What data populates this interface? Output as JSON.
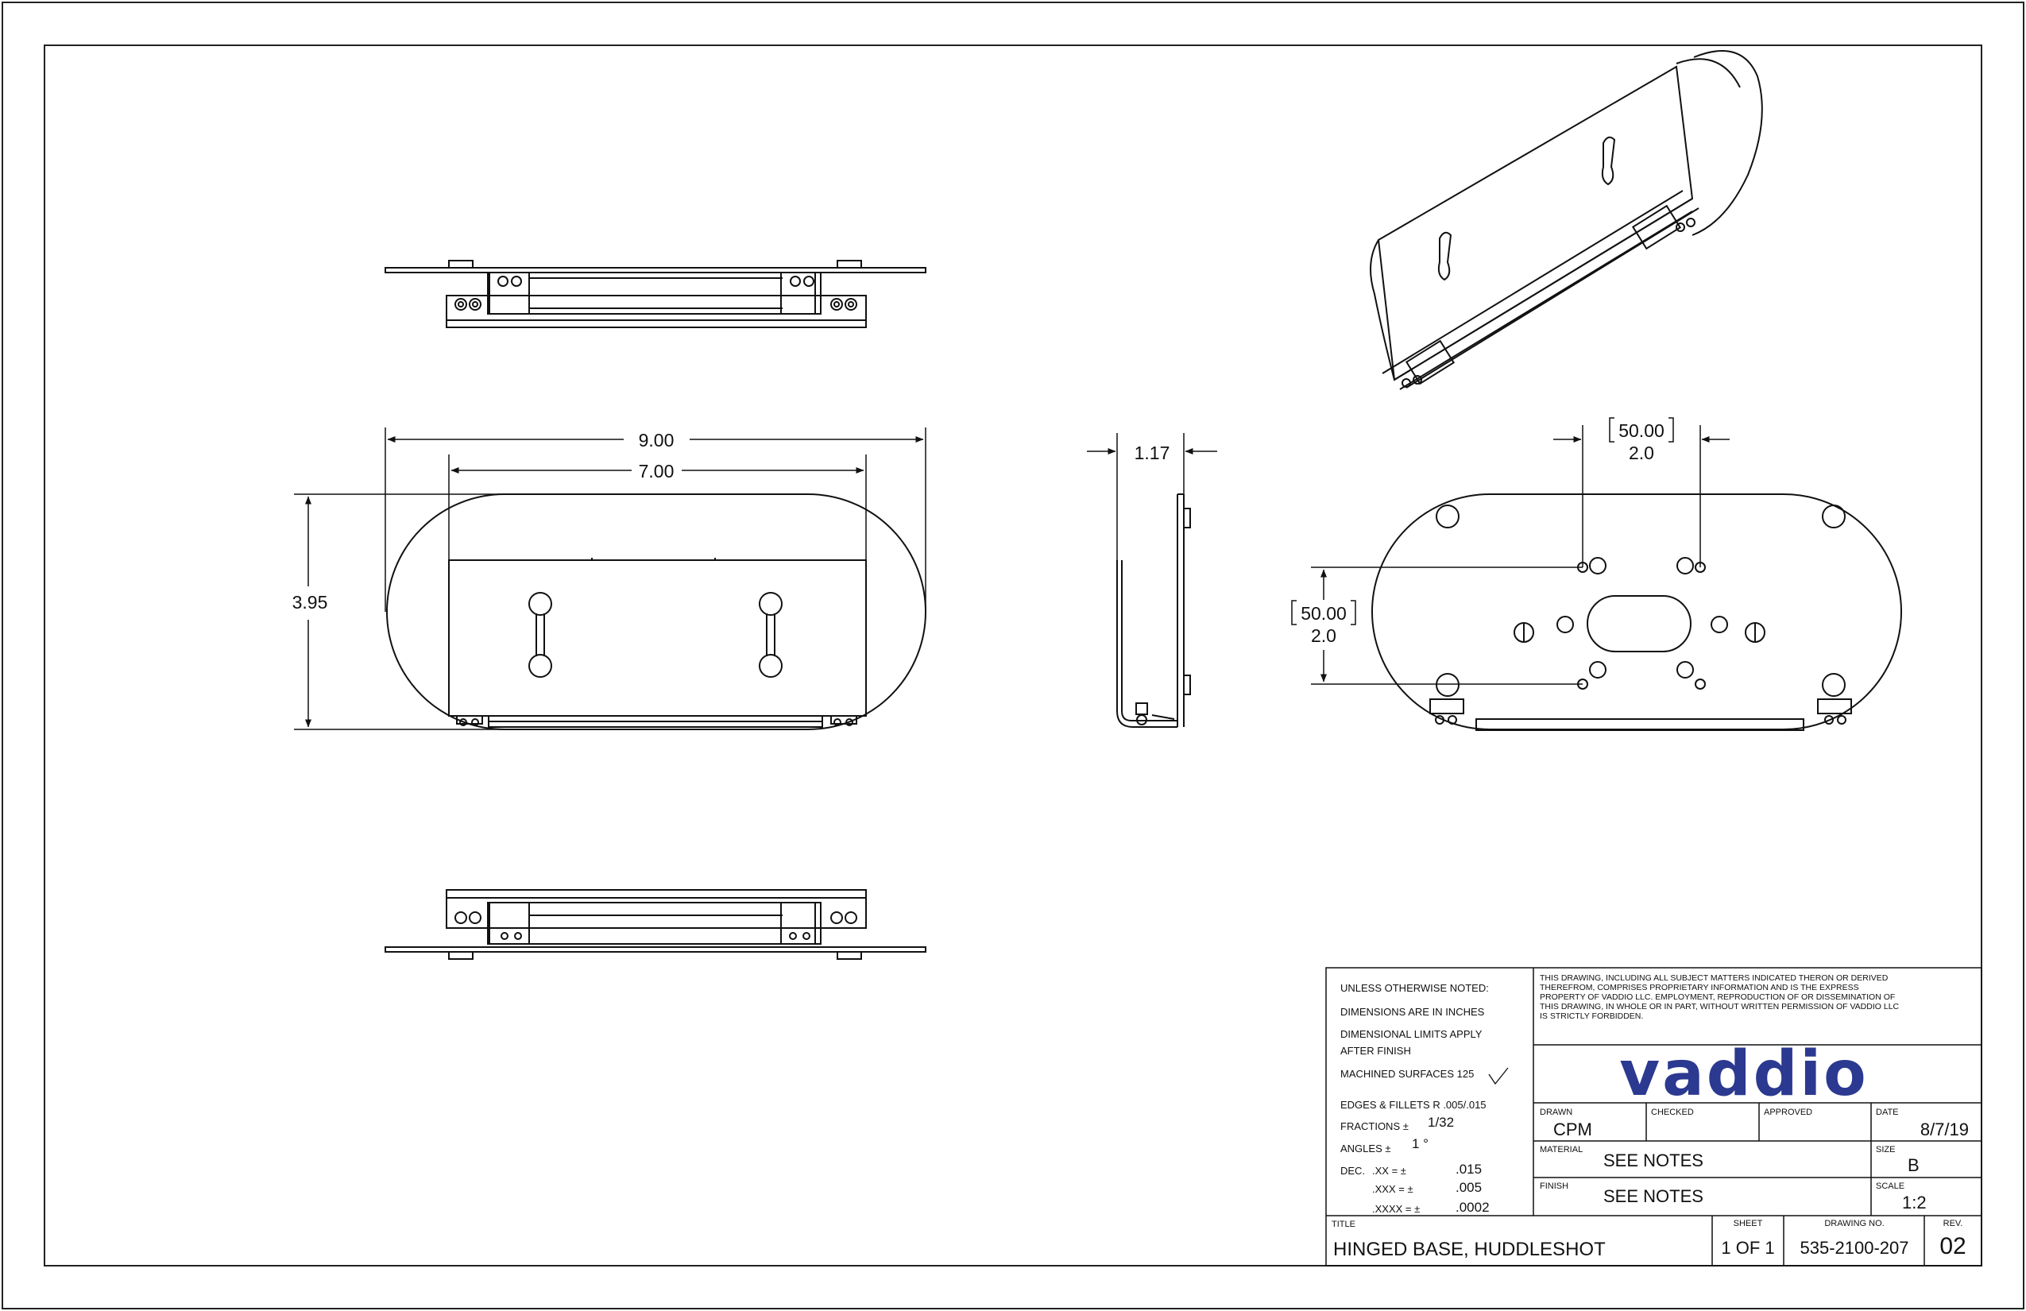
{
  "dimensions": {
    "front_width_outer": "9.00",
    "front_width_inner": "7.00",
    "front_height": "3.95",
    "side_depth": "1.17",
    "rear_hole_spacing_h_mm": "50.00",
    "rear_hole_spacing_h_in": "2.0",
    "rear_hole_spacing_v_mm": "50.00",
    "rear_hole_spacing_v_in": "2.0"
  },
  "notes": {
    "unless_noted": "UNLESS OTHERWISE NOTED:",
    "units": "DIMENSIONS ARE IN INCHES",
    "limits_1": "DIMENSIONAL LIMITS APPLY",
    "limits_2": "AFTER FINISH",
    "machined": "MACHINED SURFACES 125",
    "edges": "EDGES & FILLETS R .005/.015",
    "fractions_label": "FRACTIONS ±",
    "fractions_value": "1/32",
    "angles_label": "ANGLES ±",
    "angles_value": "1 °",
    "dec_label": "DEC.",
    "dec_xx_label": ".XX   = ±",
    "dec_xx_value": ".015",
    "dec_xxx_label": ".XXX  = ±",
    "dec_xxx_value": ".005",
    "dec_xxxx_label": ".XXXX = ±",
    "dec_xxxx_value": ".0002"
  },
  "legal": [
    "THIS DRAWING, INCLUDING ALL SUBJECT MATTERS INDICATED THERON OR DERIVED",
    "THEREFROM, COMPRISES PROPRIETARY INFORMATION AND IS THE EXPRESS",
    "PROPERTY OF VADDIO LLC.  EMPLOYMENT, REPRODUCTION OF OR DISSEMINATION OF",
    "THIS DRAWING, IN WHOLE OR IN PART, WITHOUT WRITTEN PERMISSION OF VADDIO LLC",
    "IS STRICTLY FORBIDDEN."
  ],
  "logo": {
    "text": "vaddio",
    "color": "#2b3990"
  },
  "title_block": {
    "drawn_label": "DRAWN",
    "drawn_value": "CPM",
    "checked_label": "CHECKED",
    "approved_label": "APPROVED",
    "date_label": "DATE",
    "date_value": "8/7/19",
    "material_label": "MATERIAL",
    "material_value": "SEE NOTES",
    "size_label": "SIZE",
    "size_value": "B",
    "finish_label": "FINISH",
    "finish_value": "SEE NOTES",
    "scale_label": "SCALE",
    "scale_value": "1:2",
    "title_label": "TITLE",
    "title_value": "HINGED BASE, HUDDLESHOT",
    "sheet_label": "SHEET",
    "sheet_value": "1 OF 1",
    "drawing_no_label": "DRAWING NO.",
    "drawing_no_value": "535-2100-207",
    "rev_label": "REV.",
    "rev_value": "02"
  }
}
